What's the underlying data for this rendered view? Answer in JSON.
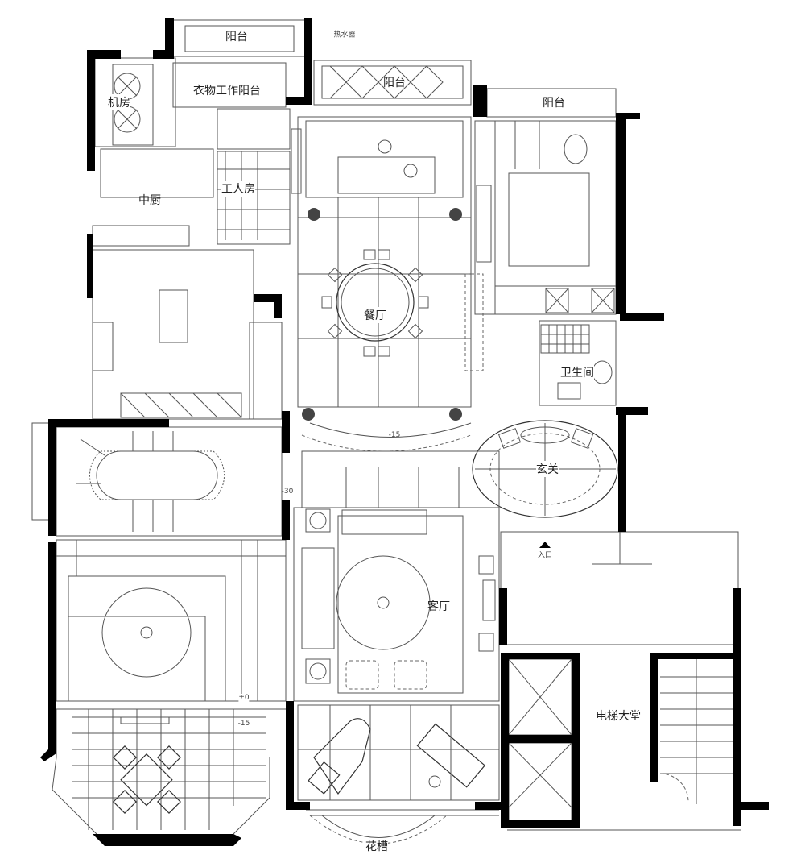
{
  "rooms": {
    "balcony_top": "阳台",
    "water_heater": "热水器",
    "balcony_middle": "阳台",
    "balcony_right": "阳台",
    "machine_room": "机房",
    "laundry_balcony": "衣物工作阳台",
    "kitchen": "中厨",
    "maid_room": "工人房",
    "dining_room": "餐厅",
    "bathroom": "卫生间",
    "foyer": "玄关",
    "entrance": "入口",
    "living_room": "客厅",
    "elevator_lobby": "电梯大堂",
    "planter": "花槽"
  },
  "elevations": {
    "e1": "±0",
    "e2": "-15",
    "e3": "-15",
    "e4": "-30"
  },
  "colors": {
    "wall": "#000000",
    "line": "#555555"
  }
}
